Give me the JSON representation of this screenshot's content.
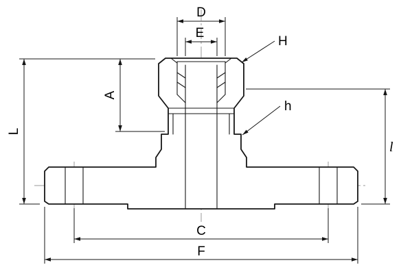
{
  "page": {
    "background_color": "#ffffff",
    "line_color": "#161616",
    "centerline_color": "#999999"
  },
  "drawing": {
    "dimension_labels": {
      "top_diameter": "D",
      "bore_diameter": "E",
      "nut_callout": "H",
      "shoulder_callout": "h",
      "nut_height": "A",
      "overall_height": "L",
      "right_height": "l",
      "bolt_circle_diameter": "C",
      "flange_diameter": "F"
    }
  }
}
